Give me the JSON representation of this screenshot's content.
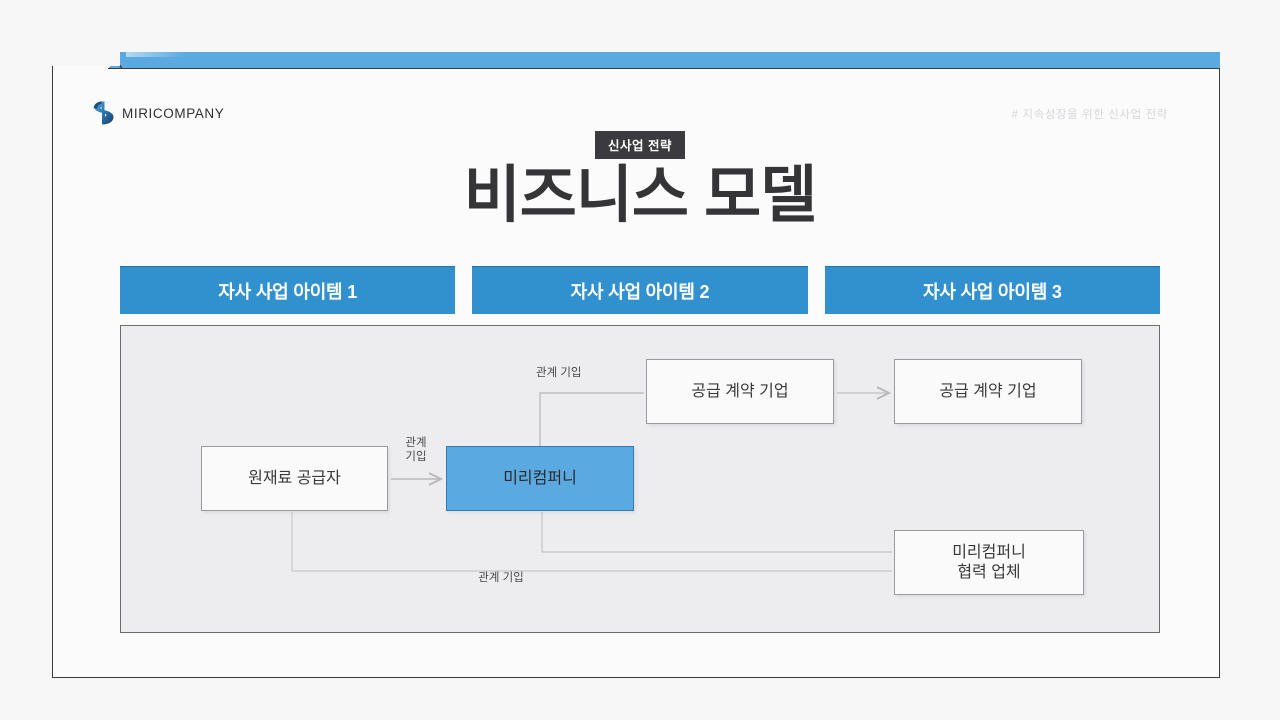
{
  "header": {
    "logo_text": "MIRICOMPANY",
    "logo_icon": "s-swoosh-logo-icon",
    "hashtag": "# 지속성장을 위한 신사업 전략"
  },
  "title_block": {
    "badge": "신사업 전략",
    "title": "비즈니스 모델"
  },
  "item_bars": [
    {
      "label": "자사 사업 아이템 1"
    },
    {
      "label": "자사 사업 아이템 2"
    },
    {
      "label": "자사 사업 아이템 3"
    }
  ],
  "diagram": {
    "nodes": [
      {
        "id": "supplier",
        "label": "원재료 공급자",
        "accent": false
      },
      {
        "id": "miri",
        "label": "미리컴퍼니",
        "accent": true
      },
      {
        "id": "contract1",
        "label": "공급 계약 기업",
        "accent": false
      },
      {
        "id": "contract2",
        "label": "공급 계약 기업",
        "accent": false
      },
      {
        "id": "partner",
        "label": "미리컴퍼니\n협력 업체",
        "accent": false
      }
    ],
    "connector_labels": {
      "middle": "관계\n기입",
      "top": "관계 기입",
      "bottom": "관계 기입"
    }
  },
  "colors": {
    "accent_blue": "#5aa9e0",
    "bar_blue": "#3191cf",
    "panel_bg": "#edecee",
    "frame_border": "#3a3a3e",
    "badge_bg": "#3b3b3f",
    "title_text": "#353538",
    "page_bg": "#f7f7f8"
  }
}
